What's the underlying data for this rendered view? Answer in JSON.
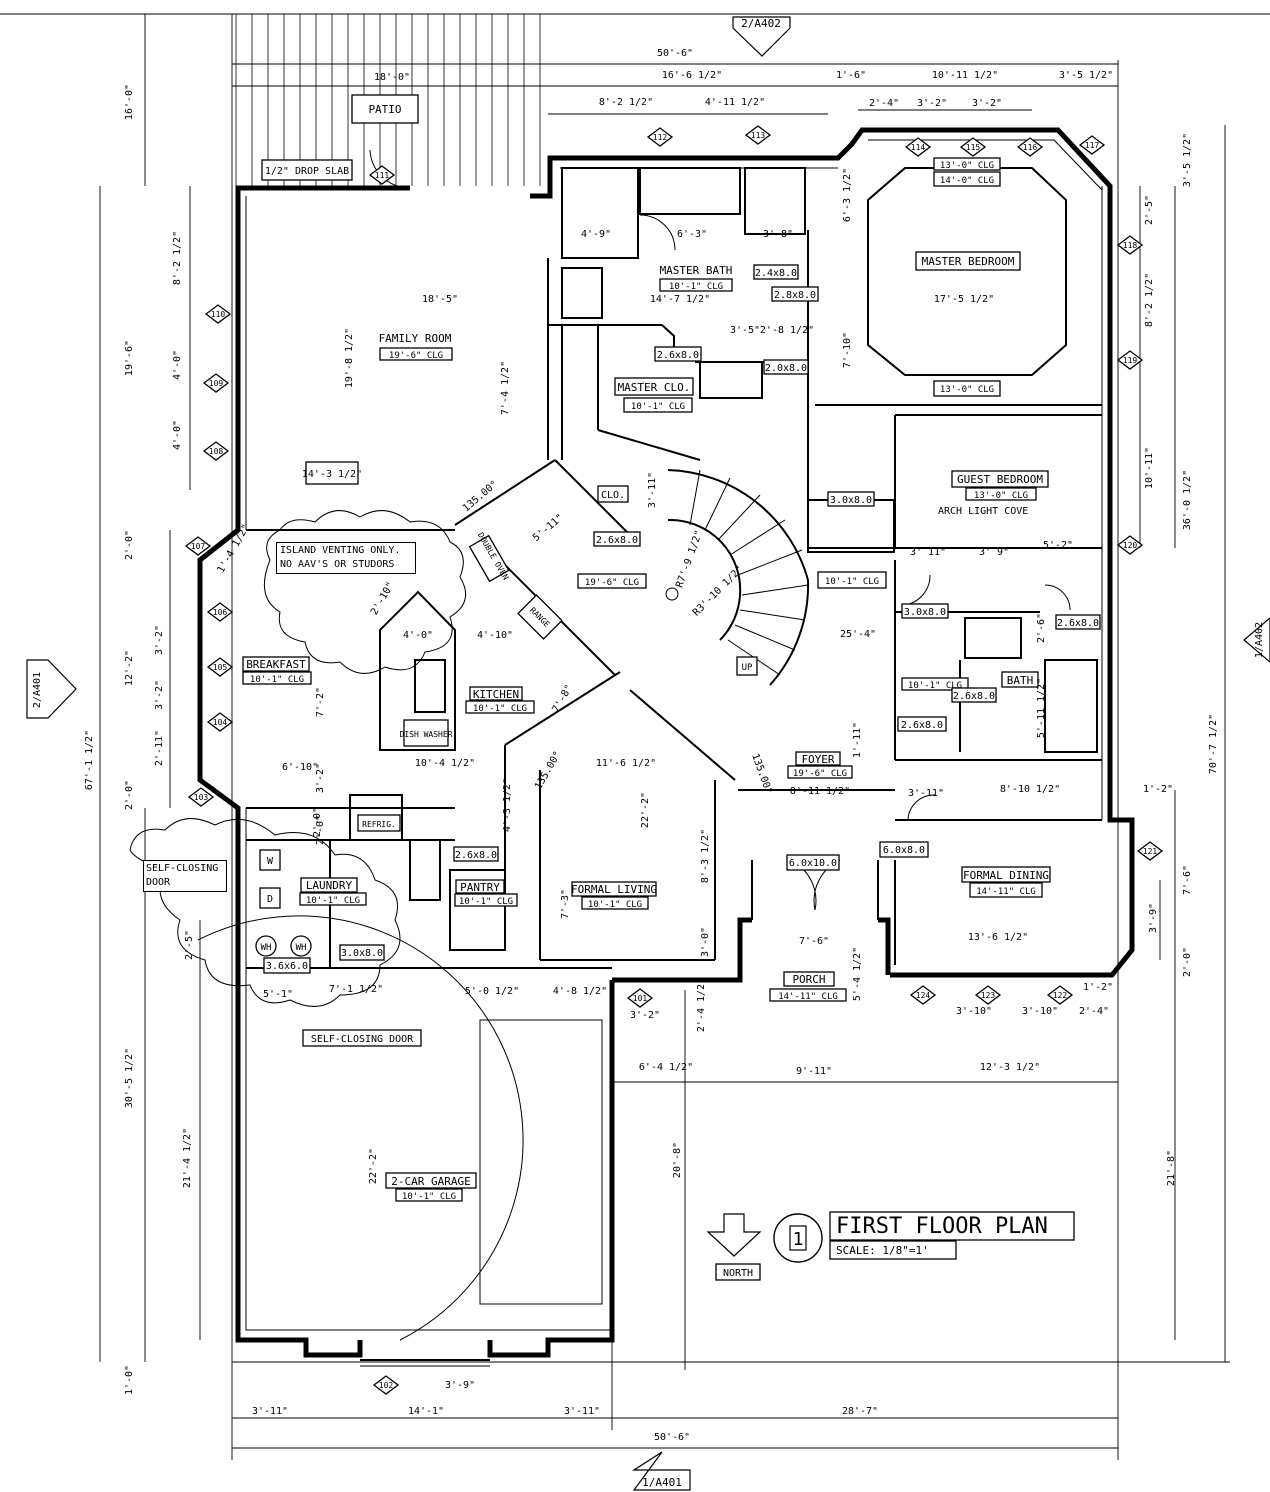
{
  "sheet": {
    "title": "FIRST FLOOR PLAN",
    "title_number": "1",
    "scale": "SCALE: 1/8\"=1'",
    "north": "NORTH"
  },
  "section_refs": [
    "2/A402",
    "1/A402",
    "2/A401",
    "1/A401"
  ],
  "rooms": [
    {
      "name": "PATIO",
      "ceiling": ""
    },
    {
      "name": "FAMILY ROOM",
      "ceiling": "19'-6\" CLG"
    },
    {
      "name": "MASTER BATH",
      "ceiling": "10'-1\" CLG"
    },
    {
      "name": "MASTER BEDROOM",
      "ceiling": "13'-0\" CLG"
    },
    {
      "name": "MASTER CLO.",
      "ceiling": "10'-1\" CLG"
    },
    {
      "name": "GUEST BEDROOM",
      "ceiling": "13'-0\" CLG"
    },
    {
      "name": "BREAKFAST",
      "ceiling": "10'-1\" CLG"
    },
    {
      "name": "KITCHEN",
      "ceiling": "10'-1\" CLG"
    },
    {
      "name": "BATH",
      "ceiling": "10'-1\" CLG"
    },
    {
      "name": "FOYER",
      "ceiling": "19'-6\" CLG"
    },
    {
      "name": "LAUNDRY",
      "ceiling": "10'-1\" CLG"
    },
    {
      "name": "PANTRY",
      "ceiling": "10'-1\" CLG"
    },
    {
      "name": "FORMAL LIVING",
      "ceiling": "10'-1\" CLG"
    },
    {
      "name": "FORMAL DINING",
      "ceiling": "14'-11\" CLG"
    },
    {
      "name": "PORCH",
      "ceiling": "14'-11\" CLG"
    },
    {
      "name": "2-CAR GARAGE",
      "ceiling": "10'-1\" CLG"
    }
  ],
  "ceiling_tags": [
    "13'-0\" CLG",
    "14'-0\" CLG",
    "19'-6\" CLG",
    "10'-1\" CLG"
  ],
  "notes": {
    "drop_slab": "1/2\" DROP SLAB",
    "island_venting": "ISLAND VENTING ONLY. NO AAV'S OR STUDORS",
    "self_closing_door_1": "SELF-CLOSING DOOR",
    "self_closing_door_2": "SELF-CLOSING DOOR",
    "arch_light_cove": "ARCH LIGHT COVE",
    "angle_1": "135.00°",
    "angle_2": "135.00°",
    "angle_3": "135.00°"
  },
  "fixtures": [
    "CLO.",
    "DOUBLE OVEN",
    "RANGE",
    "DISH WASHER",
    "REFRIG.",
    "W",
    "D",
    "WH",
    "WH",
    "UP"
  ],
  "doors": [
    "2.6x8.0",
    "2.4x8.0",
    "2.8x8.0",
    "2.6x8.0",
    "2.0x8.0",
    "3.0x8.0",
    "2.6x8.0",
    "3.0x8.0",
    "2.6x8.0",
    "2.6x8.0",
    "2.6x8.0",
    "6.0x10.0",
    "6.0x8.0",
    "2.6x8.0",
    "3.0x8.0",
    "3.6x6.0"
  ],
  "window_tags": [
    "101",
    "102",
    "103",
    "104",
    "105",
    "106",
    "107",
    "108",
    "109",
    "110",
    "111",
    "112",
    "113",
    "114",
    "115",
    "116",
    "117",
    "118",
    "119",
    "120",
    "121",
    "122",
    "123",
    "124"
  ],
  "dimensions": {
    "top": [
      "50'-6\"",
      "16'-6 1/2\"",
      "1'-6\"",
      "10'-11 1/2\"",
      "3'-5 1/2\"",
      "18'-0\"",
      "8'-2 1/2\"",
      "4'-11 1/2\"",
      "2'-4\"",
      "3'-2\"",
      "3'-2\""
    ],
    "bottom": [
      "3'-11\"",
      "14'-1\"",
      "3'-11\"",
      "28'-7\"",
      "50'-6\"",
      "3'-9\""
    ],
    "left": [
      "16'-0\"",
      "19'-6\"",
      "8'-2 1/2\"",
      "4'-0\"",
      "4'-0\"",
      "2'-0\"",
      "2'-0\"",
      "12'-2\"",
      "3'-2\"",
      "3'-2\"",
      "2'-11\"",
      "2'-0\"",
      "67'-1 1/2\"",
      "30'-5 1/2\"",
      "21'-4 1/2\"",
      "2'-5\"",
      "1'-0\""
    ],
    "right": [
      "3'-5 1/2\"",
      "2'-5\"",
      "8'-2 1/2\"",
      "36'-0 1/2\"",
      "10'-11\"",
      "70'-7 1/2\"",
      "1'-2\"",
      "7'-6\"",
      "3'-9\"",
      "2'-0\"",
      "21'-8\"",
      "1'-2\""
    ],
    "interior": [
      "18'-5\"",
      "19'-8 1/2\"",
      "14'-3 1/2\"",
      "4'-9\"",
      "6'-3\"",
      "3'-8\"",
      "14'-7 1/2\"",
      "17'-5 1/2\"",
      "3'-5\"",
      "2'-8 1/2\"",
      "7'-4 1/2\"",
      "7'-10\"",
      "6'-3 1/2\"",
      "3'-11\"",
      "5'-11\"",
      "19'-6\" CLG",
      "R7'-9 1/2\"",
      "R3'-10 1/2\"",
      "25'-4\"",
      "3' 11\"",
      "3' 9\"",
      "5'-2\"",
      "2'-6\"",
      "5'-11 1/2\"",
      "1'-11\"",
      "1'-4 1/2\"",
      "2'-10\"",
      "4'-0\"",
      "4'-10\"",
      "7'-2\"",
      "7'-8\"",
      "6'-10\"",
      "10'-4 1/2\"",
      "11'-6 1/2\"",
      "3'-2\"",
      "2'-0\"",
      "4'-3 1/2\"",
      "22'-2\"",
      "8'-3 1/2\"",
      "8'-11 1/2\"",
      "3'-11\"",
      "8'-10 1/2\"",
      "7'-3\"",
      "3'-0\"",
      "7'-6\"",
      "13'-6 1/2\"",
      "5'-1\"",
      "7'-1 1/2\"",
      "5'-0 1/2\"",
      "4'-8 1/2\"",
      "3'-2\"",
      "2'-4 1/2\"",
      "3'-10\"",
      "3'-10\"",
      "2'-4\"",
      "6'-4 1/2\"",
      "9'-11\"",
      "12'-3 1/2\"",
      "20'-8\"",
      "22'-2\"",
      "5'-4 1/2\""
    ]
  }
}
